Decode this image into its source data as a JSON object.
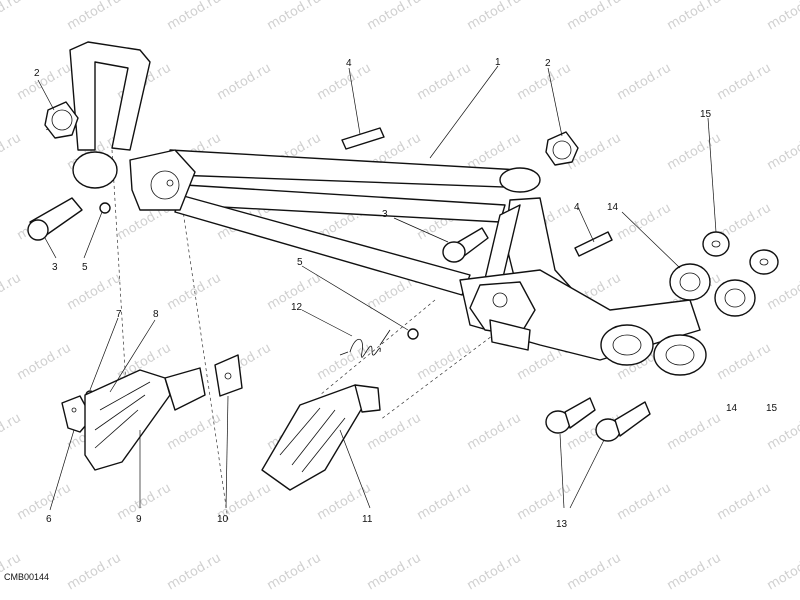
{
  "diagram": {
    "code": "CMB00144",
    "watermark": "motod.ru",
    "callouts": {
      "c1": "1",
      "c2a": "2",
      "c2b": "2",
      "c3a": "3",
      "c3b": "3",
      "c4a": "4",
      "c4b": "4",
      "c5a": "5",
      "c5b": "5",
      "c6": "6",
      "c7": "7",
      "c8": "8",
      "c9": "9",
      "c10": "10",
      "c11": "11",
      "c12": "12",
      "c13": "13",
      "c14a": "14",
      "c14b": "14",
      "c15a": "15",
      "c15b": "15"
    }
  }
}
